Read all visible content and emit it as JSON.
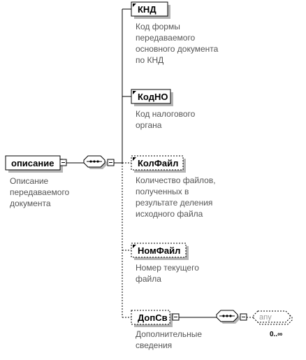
{
  "root": {
    "name": "описание",
    "doc": [
      "Описание",
      "передаваемого",
      "документа"
    ]
  },
  "children": [
    {
      "name": "КНД",
      "required": true,
      "doc": [
        "Код формы",
        "передаваемого",
        "основного документа",
        "по КНД"
      ]
    },
    {
      "name": "КодНО",
      "required": true,
      "doc": [
        "Код налогового",
        "органа"
      ]
    },
    {
      "name": "КолФайл",
      "required": false,
      "doc": [
        "Количество файлов,",
        "полученных в",
        "результате деления",
        "исходного файла"
      ]
    },
    {
      "name": "НомФайл",
      "required": false,
      "doc": [
        "Номер текущего",
        "файла"
      ]
    },
    {
      "name": "ДопСв",
      "required": false,
      "doc": [
        "Дополнительные",
        "сведения"
      ],
      "any": {
        "label": "any",
        "occurs": "0..∞"
      }
    }
  ],
  "colors": {
    "stroke": "#000000",
    "doc_text": "#555555",
    "any_text": "#9a9a9a"
  }
}
